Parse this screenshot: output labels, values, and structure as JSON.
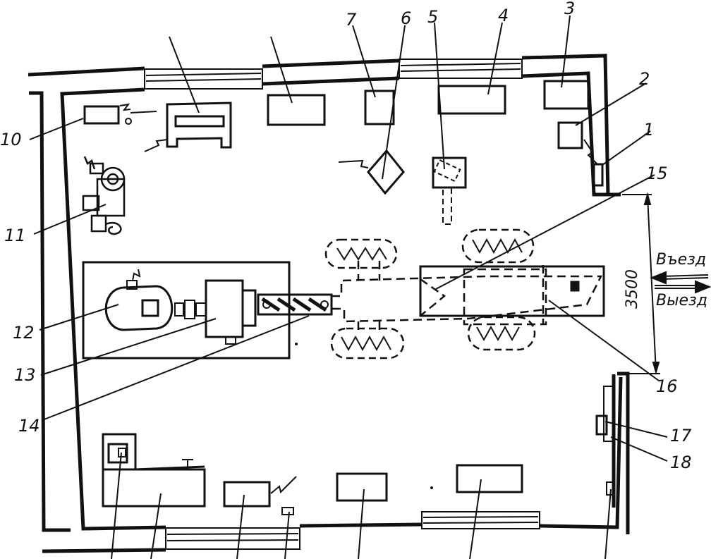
{
  "labels": {
    "n1": "1",
    "n2": "2",
    "n3": "3",
    "n4": "4",
    "n5": "5",
    "n6": "6",
    "n7": "7",
    "n10": "10",
    "n11": "11",
    "n12": "12",
    "n13": "13",
    "n14": "14",
    "n15": "15",
    "n16": "16",
    "n17": "17",
    "n18": "18"
  },
  "entrance": {
    "in": "Въезд",
    "out": "Выезд",
    "dimension": "3500"
  },
  "colors": {
    "ink": "#111111",
    "background": "#ffffff"
  }
}
